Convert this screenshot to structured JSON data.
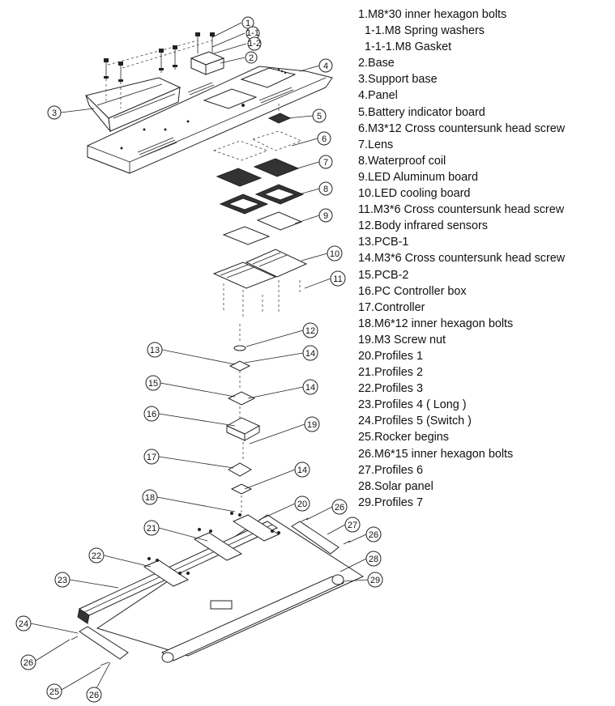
{
  "parts_list": [
    {
      "text": "1.M8*30 inner hexagon bolts",
      "sub": false
    },
    {
      "text": "1-1.M8 Spring washers",
      "sub": true
    },
    {
      "text": "1-1-1.M8 Gasket",
      "sub": true
    },
    {
      "text": "2.Base",
      "sub": false
    },
    {
      "text": "3.Support base",
      "sub": false
    },
    {
      "text": "4.Panel",
      "sub": false
    },
    {
      "text": "5.Battery indicator board",
      "sub": false
    },
    {
      "text": "6.M3*12 Cross countersunk head screw",
      "sub": false
    },
    {
      "text": "7.Lens",
      "sub": false
    },
    {
      "text": "8.Waterproof coil",
      "sub": false
    },
    {
      "text": "9.LED Aluminum board",
      "sub": false
    },
    {
      "text": "10.LED cooling board",
      "sub": false
    },
    {
      "text": "11.M3*6 Cross countersunk head screw",
      "sub": false
    },
    {
      "text": "12.Body infrared sensors",
      "sub": false
    },
    {
      "text": "13.PCB-1",
      "sub": false
    },
    {
      "text": "14.M3*6 Cross countersunk head screw",
      "sub": false
    },
    {
      "text": "15.PCB-2",
      "sub": false
    },
    {
      "text": "16.PC Controller box",
      "sub": false
    },
    {
      "text": "17.Controller",
      "sub": false
    },
    {
      "text": "18.M6*12 inner hexagon bolts",
      "sub": false
    },
    {
      "text": "19.M3 Screw nut",
      "sub": false
    },
    {
      "text": "20.Profiles 1",
      "sub": false
    },
    {
      "text": "21.Profiles 2",
      "sub": false
    },
    {
      "text": "22.Profiles 3",
      "sub": false
    },
    {
      "text": "23.Profiles 4 ( Long )",
      "sub": false
    },
    {
      "text": "24.Profiles 5 (Switch )",
      "sub": false
    },
    {
      "text": "25.Rocker begins",
      "sub": false
    },
    {
      "text": "26.M6*15 inner hexagon bolts",
      "sub": false
    },
    {
      "text": "27.Profiles 6",
      "sub": false
    },
    {
      "text": "28.Solar panel",
      "sub": false
    },
    {
      "text": "29.Profiles 7",
      "sub": false
    }
  ],
  "callouts": {
    "c1": "1",
    "c1_1": "1-1",
    "c1_2": "1-2",
    "c2": "2",
    "c3": "3",
    "c4": "4",
    "c5": "5",
    "c6": "6",
    "c7": "7",
    "c8": "8",
    "c9": "9",
    "c10": "10",
    "c11": "11",
    "c12": "12",
    "c13": "13",
    "c14a": "14",
    "c15": "15",
    "c14b": "14",
    "c16": "16",
    "c19": "19",
    "c17": "17",
    "c14c": "14",
    "c18": "18",
    "c20": "20",
    "c26a": "26",
    "c21": "21",
    "c27": "27",
    "c26b": "26",
    "c22": "22",
    "c28": "28",
    "c23": "23",
    "c29": "29",
    "c24": "24",
    "c26c": "26",
    "c25": "25",
    "c26d": "26"
  }
}
